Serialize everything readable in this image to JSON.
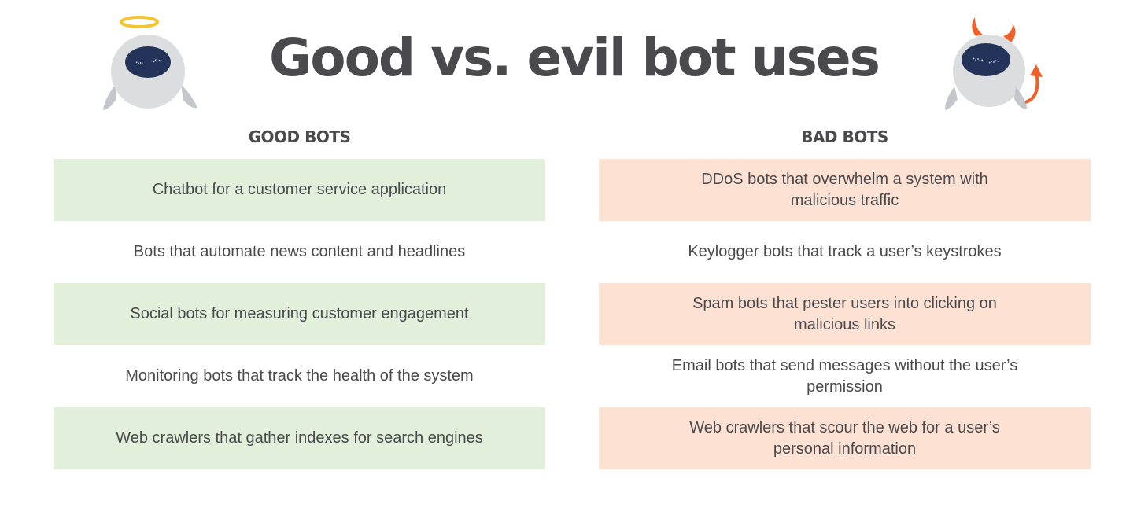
{
  "title": "Good vs. evil bot uses",
  "colors": {
    "text": "#4a4a4d",
    "good_row_bg": "#e2efdb",
    "bad_row_bg": "#fde2d4",
    "halo": "#f2c531",
    "horns_tail": "#f0612a",
    "bot_body": "#dcdddf",
    "bot_visor": "#23335a"
  },
  "icons": {
    "good_bot": "angel-robot-icon",
    "bad_bot": "devil-robot-icon"
  },
  "good_bots": {
    "heading": "GOOD BOTS",
    "items": [
      {
        "text": "Chatbot for a customer service application"
      },
      {
        "text": "Bots that automate news content and headlines"
      },
      {
        "text": "Social bots for measuring customer engagement"
      },
      {
        "text": "Monitoring bots that track the health of the system"
      },
      {
        "text": "Web crawlers that gather indexes for search engines"
      }
    ]
  },
  "bad_bots": {
    "heading": "BAD BOTS",
    "items": [
      {
        "line1": "DDoS bots that overwhelm a system with",
        "line2": "malicious traffic"
      },
      {
        "line1": "Keylogger bots that track a user’s keystrokes",
        "line2": ""
      },
      {
        "line1": "Spam bots that pester users into clicking on",
        "line2": "malicious links"
      },
      {
        "line1": "Email bots that send messages without the user’s",
        "line2": "permission"
      },
      {
        "line1": "Web crawlers that scour the web for a user’s",
        "line2": "personal information"
      }
    ]
  }
}
